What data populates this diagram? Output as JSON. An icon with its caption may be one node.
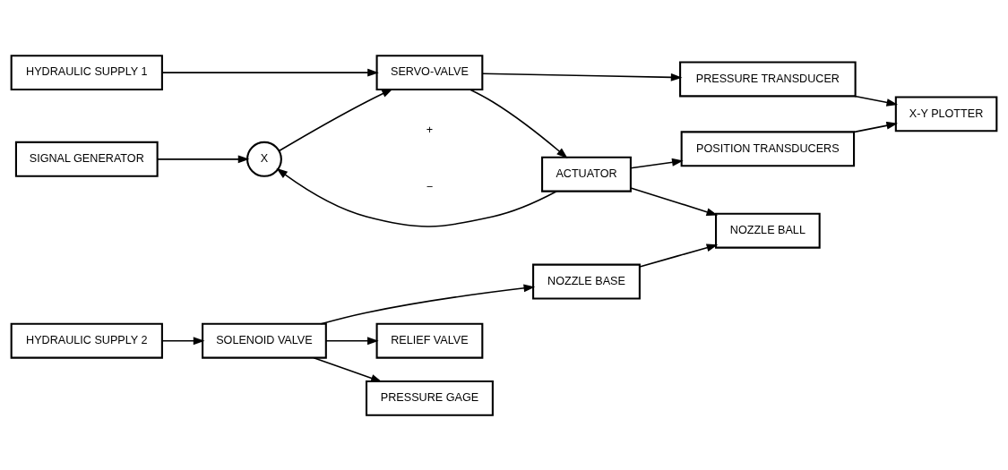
{
  "diagram": {
    "nodes": [
      {
        "text": [
          "SIGNAL GENERATOR"
        ]
      },
      {
        "text": [
          "X"
        ]
      },
      {
        "text": [
          "PRESSURE TRANSDUCER"
        ]
      },
      {
        "text": [
          "X-Y PLOTTER"
        ]
      },
      {
        "text": [
          "POSITION TRANSDUCERS"
        ]
      },
      {
        "text": [
          "HYDRAULIC SUPPLY 1"
        ]
      },
      {
        "text": [
          "SERVO-VALVE"
        ]
      },
      {
        "text": [
          "ACTUATOR"
        ]
      },
      {
        "text": [
          "NOZZLE BALL"
        ]
      },
      {
        "text": [
          "HYDRAULIC SUPPLY 2"
        ]
      },
      {
        "text": [
          "SOLENOID VALVE"
        ]
      },
      {
        "text": [
          "NOZZLE BASE"
        ]
      },
      {
        "text": [
          "RELIEF VALVE"
        ]
      },
      {
        "text": [
          "PRESSURE GAGE"
        ]
      }
    ],
    "edges": [
      {
        "from": 0,
        "to": 1,
        "arrow": "to"
      },
      {
        "from": 1,
        "to": 6,
        "arrow": "to"
      },
      {
        "from": 5,
        "to": 6,
        "arrow": "to"
      },
      {
        "from": 6,
        "to": 7,
        "arrow": "to"
      },
      {
        "from": 6,
        "to": 2,
        "arrow": "to"
      },
      {
        "from": 2,
        "to": 3,
        "arrow": "to"
      },
      {
        "from": 4,
        "to": 3,
        "arrow": "to"
      },
      {
        "from": 7,
        "to": 8,
        "arrow": "to"
      },
      {
        "from": 7,
        "to": 4,
        "arrow": "to"
      },
      {
        "from": 7,
        "to": 1,
        "arrow": "to"
      },
      {
        "from": 9,
        "to": 10,
        "arrow": "to"
      },
      {
        "from": 10,
        "to": 12,
        "arrow": "to"
      },
      {
        "from": 10,
        "to": 13,
        "arrow": "to"
      },
      {
        "from": 10,
        "to": 11,
        "arrow": "to"
      },
      {
        "from": 11,
        "to": 8,
        "arrow": "to"
      }
    ],
    "labels": [
      "+",
      "−"
    ]
  }
}
